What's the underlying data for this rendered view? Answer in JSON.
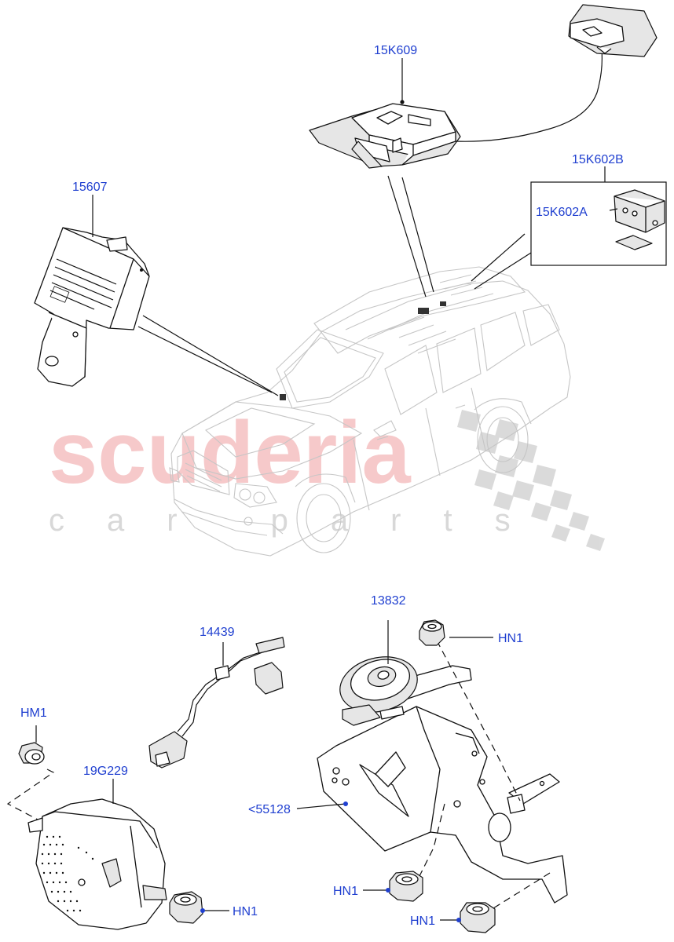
{
  "callouts": {
    "c15k609": "15K609",
    "c15607": "15607",
    "c15k602b": "15K602B",
    "c15k602a": "15K602A",
    "c13832": "13832",
    "chn1_nut_top": "HN1",
    "c14439": "14439",
    "chm1": "HM1",
    "c19g229": "19G229",
    "c55128": "<55128",
    "chn1_left": "HN1",
    "chn1_bottom": "HN1",
    "chn1_sensor": "HN1"
  },
  "watermark": {
    "brand": "scuderia",
    "tagline": "car parts"
  },
  "colors": {
    "callout_text": "#1f3fd0",
    "watermark_brand": "#f4b7b9",
    "watermark_tagline": "#d8d8d8",
    "line_art": "#111111"
  }
}
